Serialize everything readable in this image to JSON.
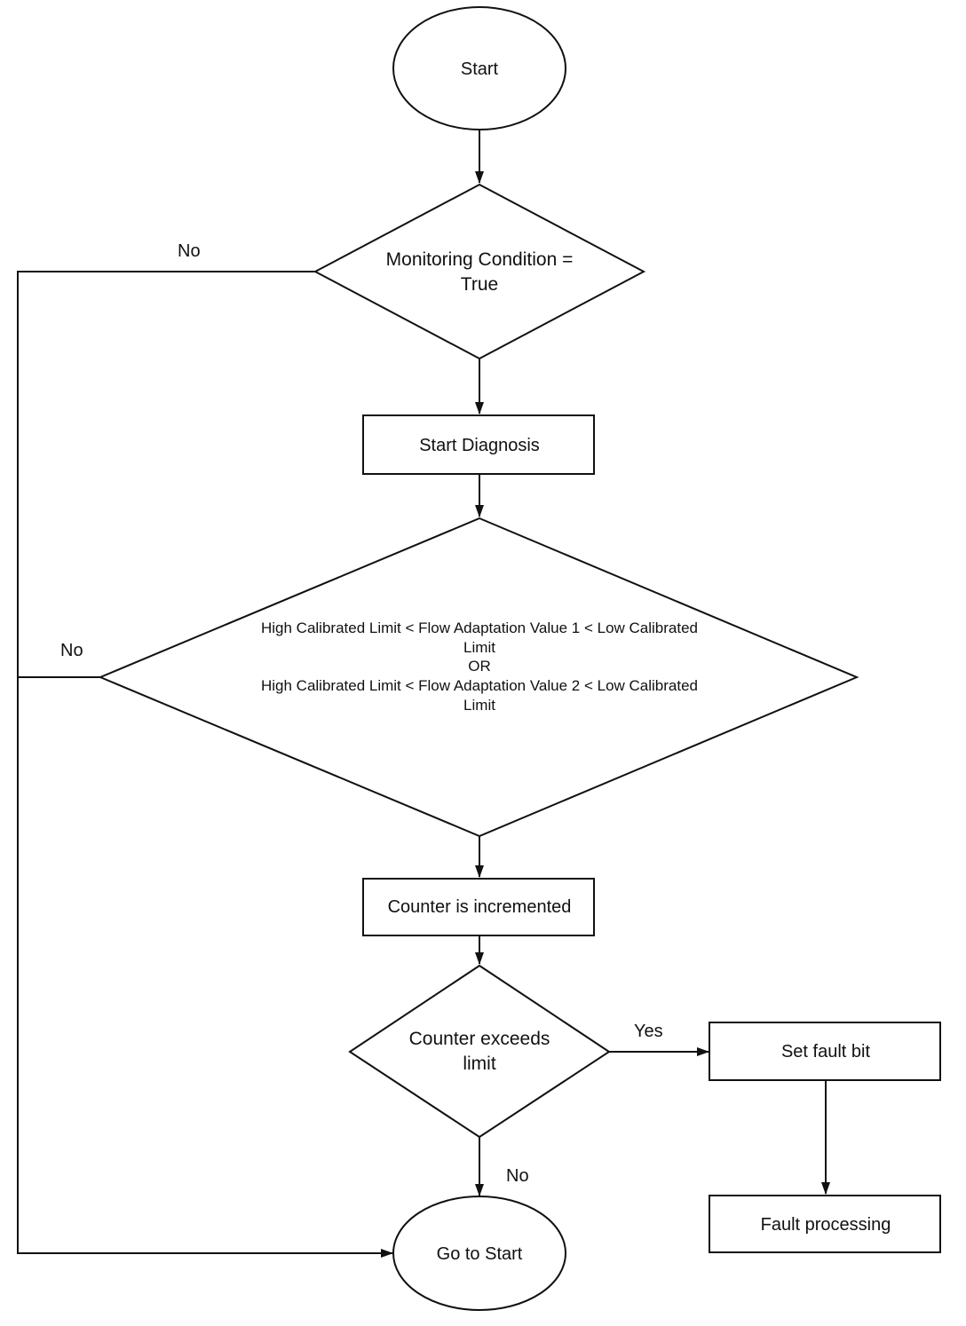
{
  "nodes": {
    "start": {
      "label": "Start"
    },
    "monitoring": {
      "line1": "Monitoring Condition =",
      "line2": "True"
    },
    "start_diagnosis": {
      "label": "Start Diagnosis"
    },
    "flow_check": {
      "line1": "High Calibrated Limit < Flow Adaptation Value 1 < Low Calibrated",
      "line2": "Limit",
      "line3": "OR",
      "line4": "High Calibrated Limit < Flow Adaptation Value 2 < Low Calibrated",
      "line5": "Limit"
    },
    "counter_inc": {
      "label": "Counter is incremented"
    },
    "counter_check": {
      "line1": "Counter exceeds",
      "line2": "limit"
    },
    "set_fault": {
      "label": "Set fault bit"
    },
    "fault_processing": {
      "label": "Fault processing"
    },
    "go_to_start": {
      "label": "Go to Start"
    }
  },
  "edge_labels": {
    "monitoring_no": "No",
    "flow_no": "No",
    "counter_yes": "Yes",
    "counter_no": "No"
  }
}
